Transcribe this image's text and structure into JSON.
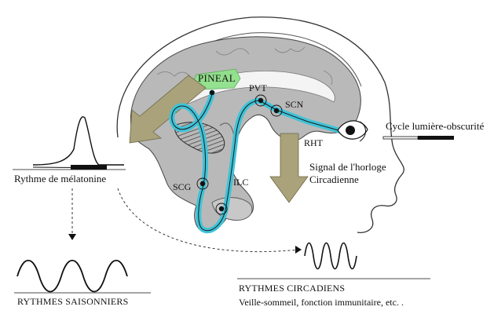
{
  "structures": {
    "pineal": "PINEAL",
    "pvt": "PVT",
    "scn": "SCN",
    "rht": "RHT",
    "scg": "SCG",
    "ilc": "ILC"
  },
  "clock_signal": {
    "line1": "Signal de l'horloge",
    "line2": "Circadienne"
  },
  "light_dark_cycle": "Cycle lumière-obscurité",
  "melatonin": {
    "label": "Rythme de mélatonine"
  },
  "seasonal": {
    "label": "RYTHMES SAISONNIERS"
  },
  "circadian": {
    "title": "RYTHMES CIRCADIENS",
    "subtitle": "Veille-sommeil, fonction immunitaire, etc. ."
  },
  "colors": {
    "brain_fill": "#b9b9b9",
    "pathway": "#3ec3d8",
    "pineal_highlight": "#8fe08a",
    "arrow_fill": "#a9a27a",
    "ink": "#111111"
  }
}
